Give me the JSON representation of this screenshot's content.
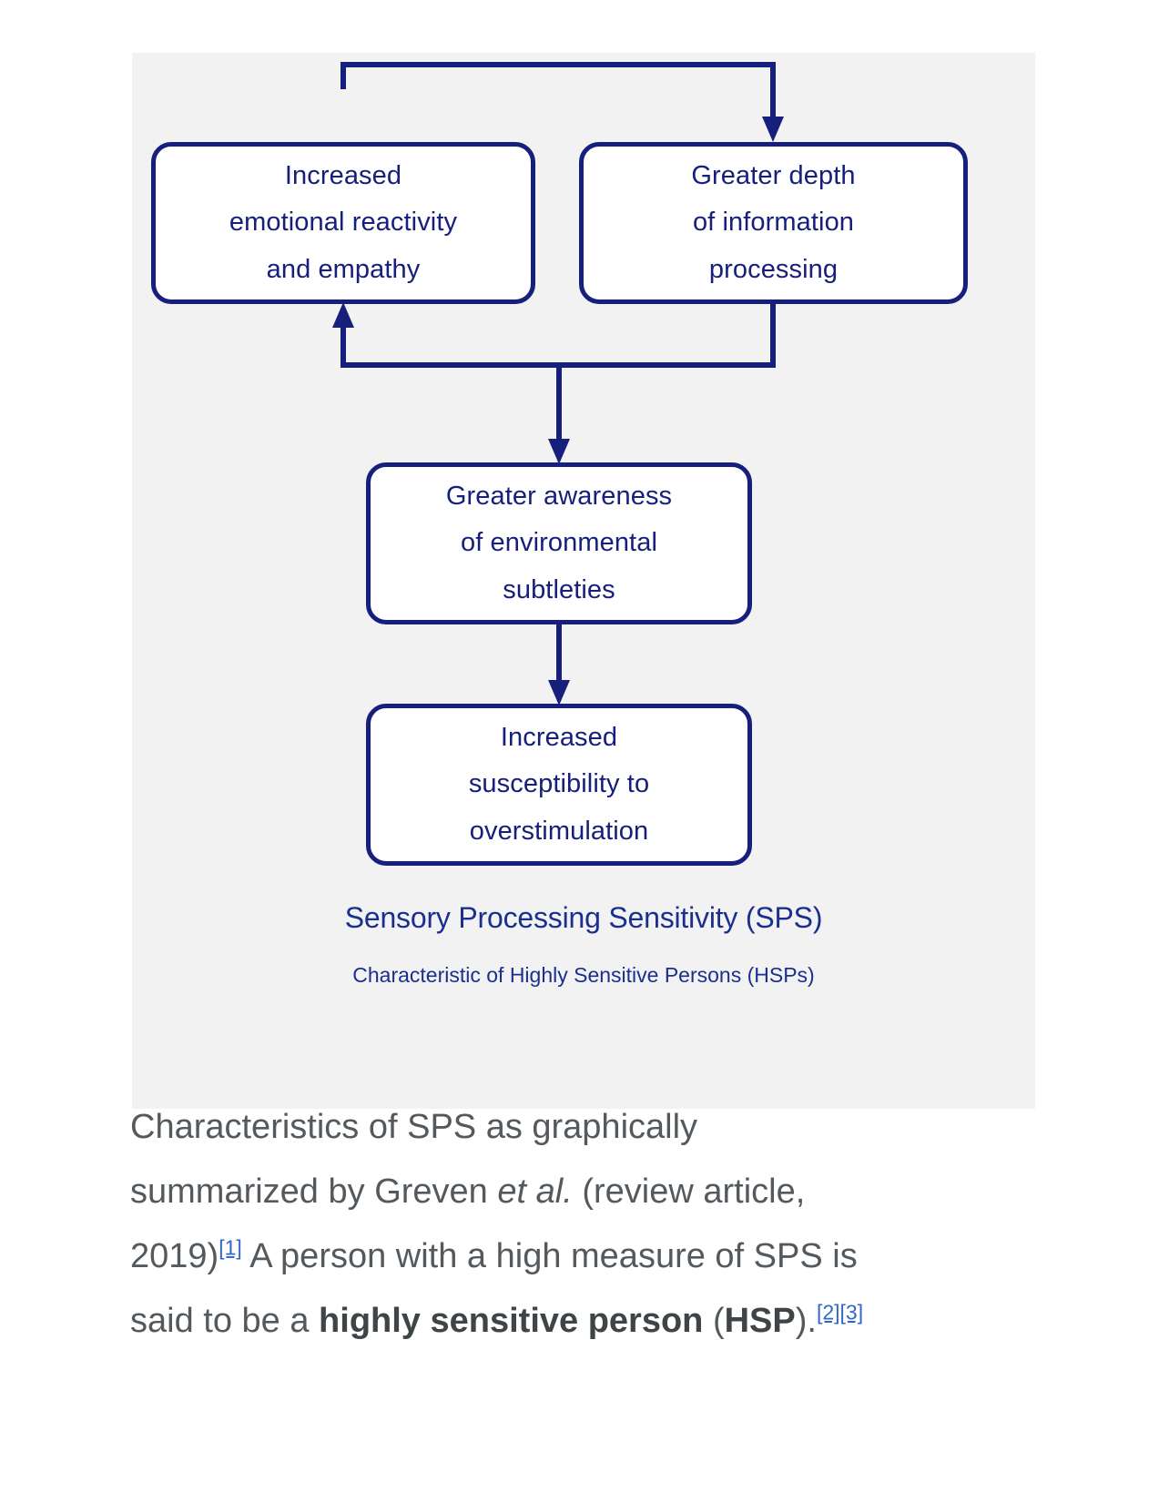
{
  "figure": {
    "background_color": "#f2f2f2",
    "accent_color": "#16207c",
    "nodes": [
      {
        "id": "emotional",
        "label": "Increased\nemotional reactivity\nand empathy",
        "lines": [
          "Increased",
          "emotional reactivity",
          "and empathy"
        ]
      },
      {
        "id": "depth",
        "label": "Greater depth\nof information\nprocessing",
        "lines": [
          "Greater depth",
          "of information",
          "processing"
        ]
      },
      {
        "id": "awareness",
        "label": "Greater awareness\nof environmental\nsubtleties",
        "lines": [
          "Greater awareness",
          "of environmental",
          "subtleties"
        ]
      },
      {
        "id": "overstim",
        "label": "Increased\nsusceptibility to\noverstimulation",
        "lines": [
          "Increased",
          "susceptibility to",
          "overstimulation"
        ]
      }
    ],
    "title": "Sensory Processing Sensitivity (SPS)",
    "subtitle": "Characteristic of Highly Sensitive Persons (HSPs)",
    "edges": [
      {
        "from": "emotional",
        "to": "depth",
        "style": "orthogonal-top",
        "arrowhead": "down"
      },
      {
        "from": "depth",
        "to": "emotional",
        "style": "orthogonal-bottom",
        "arrowhead": "up"
      },
      {
        "from": "loop",
        "to": "awareness",
        "style": "straight",
        "arrowhead": "down"
      },
      {
        "from": "awareness",
        "to": "overstim",
        "style": "straight",
        "arrowhead": "down"
      }
    ]
  },
  "caption": {
    "text_color": "#54595d",
    "ref_color": "#3366cc",
    "segments": [
      {
        "type": "text",
        "value": "Characteristics of SPS as graphically summarized by Greven "
      },
      {
        "type": "italic",
        "value": "et al."
      },
      {
        "type": "text",
        "value": " (review article, 2019)"
      },
      {
        "type": "ref",
        "value": "[1]"
      },
      {
        "type": "text",
        "value": " A person with a high measure of SPS is said to be a "
      },
      {
        "type": "bold",
        "value": "highly sensitive person"
      },
      {
        "type": "text",
        "value": " ("
      },
      {
        "type": "bold",
        "value": "HSP"
      },
      {
        "type": "text",
        "value": ")."
      },
      {
        "type": "ref",
        "value": "[2]"
      },
      {
        "type": "ref",
        "value": "[3]"
      }
    ],
    "full_text": "Characteristics of SPS as graphically summarized by Greven et al. (review article, 2019)[1] A person with a high measure of SPS is said to be a highly sensitive person (HSP).[2][3]"
  }
}
